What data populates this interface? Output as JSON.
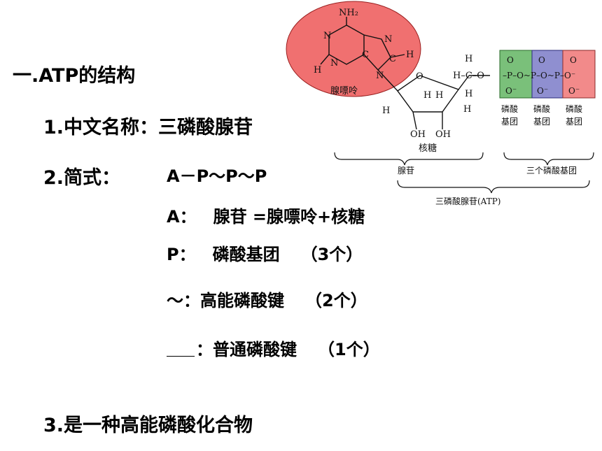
{
  "section_title": "一.ATP的结构",
  "item1": {
    "label": "1.中文名称：",
    "value": "三磷酸腺苷"
  },
  "item2": {
    "label": "2.简式：",
    "formula": "A－P～P～P"
  },
  "defs": {
    "a": {
      "sym": "A：",
      "text": "腺苷 =腺嘌呤+核糖"
    },
    "p": {
      "sym": "P：",
      "text": "磷酸基团",
      "count": "（3个）"
    },
    "wave": {
      "sym": "～：",
      "text": "高能磷酸键",
      "count": "（2个）"
    },
    "line": {
      "sym": "：",
      "text": "普通磷酸键",
      "count": "（1个）"
    }
  },
  "item3": "3.是一种高能磷酸化合物",
  "diagram": {
    "nh2": "NH₂",
    "adenine_label": "腺嘌呤",
    "ribose_label": "核糖",
    "phosphate_label_1": "磷酸",
    "phosphate_label_2": "基团",
    "adenosine_label": "腺苷",
    "three_phosphates_label": "三个磷酸基团",
    "atp_label": "三磷酸腺苷(ATP)",
    "colors": {
      "adenine": "#f07070",
      "p1": "#7ac07a",
      "p2": "#8f8fd0",
      "p3": "#f28a8a"
    }
  }
}
